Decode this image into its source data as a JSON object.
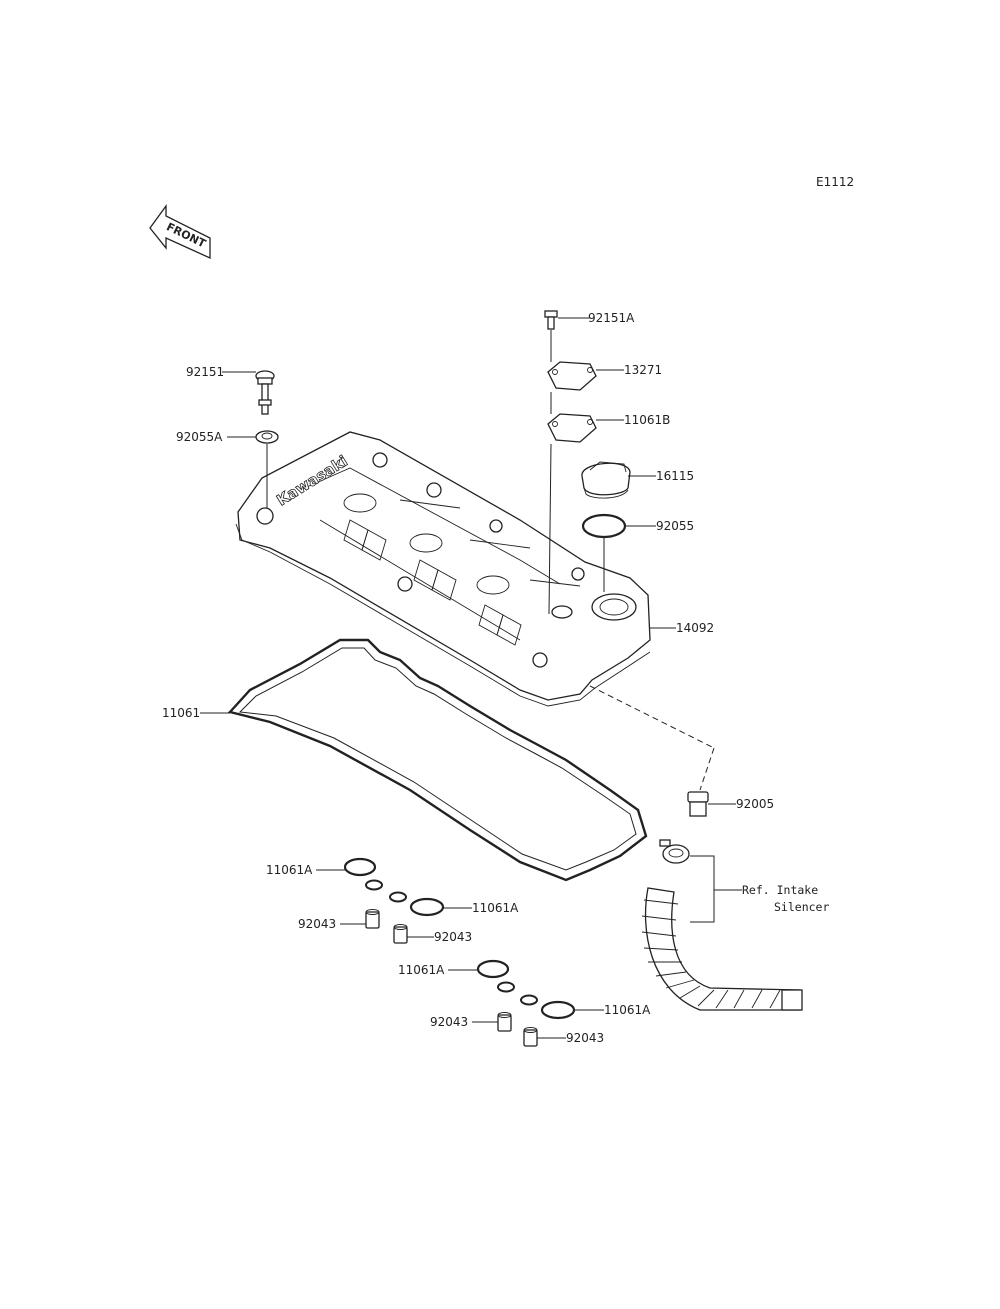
{
  "diagram_code": "E1112",
  "front_label": "FRONT",
  "cover_brand": "Kawasaki",
  "parts": {
    "p92151": "92151",
    "p92055a": "92055A",
    "p92151a": "92151A",
    "p13271": "13271",
    "p11061b": "11061B",
    "p16115": "16115",
    "p92055": "92055",
    "p14092": "14092",
    "p11061": "11061",
    "p92005": "92005",
    "ref_line1": "Ref. Intake",
    "ref_line2": "Silencer",
    "p11061a_1": "11061A",
    "p92043_1": "92043",
    "p11061a_2": "11061A",
    "p92043_2": "92043",
    "p11061a_3": "11061A",
    "p92043_3": "92043",
    "p11061a_4": "11061A",
    "p92043_4": "92043"
  }
}
